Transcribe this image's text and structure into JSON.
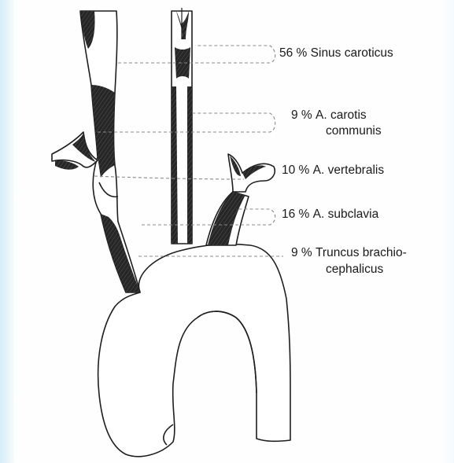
{
  "labels": [
    {
      "id": "sinus",
      "percent": "56 %",
      "name": "Sinus caroticus",
      "name2": ""
    },
    {
      "id": "carotis",
      "percent": "9 %",
      "name": "A. carotis",
      "name2": "communis"
    },
    {
      "id": "vertebralis",
      "percent": "10 %",
      "name": "A. vertebralis",
      "name2": ""
    },
    {
      "id": "subclavia",
      "percent": "16 %",
      "name": "A. subclavia",
      "name2": ""
    },
    {
      "id": "truncus",
      "percent": "9 %",
      "name": "Truncus brachio-",
      "name2": "cephalicus"
    }
  ],
  "colors": {
    "outline": "#1e1e1e",
    "plaque": "#262626",
    "leader": "#8a8a8a",
    "text": "#1a1a1a",
    "background": "#fefefe",
    "edge_tint": "#d7eef8"
  }
}
